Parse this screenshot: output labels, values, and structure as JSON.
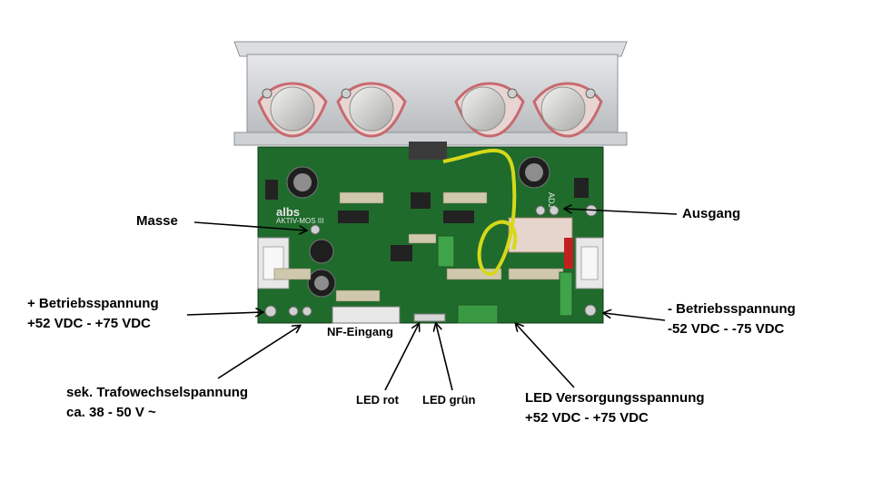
{
  "board": {
    "brand": "albs",
    "model": "AKTIV-MOS III",
    "output_marker": "ADJ"
  },
  "labels": {
    "masse": "Masse",
    "ausgang": "Ausgang",
    "plus_supply_line1": "+ Betriebsspannung",
    "plus_supply_line2": "+52 VDC - +75 VDC",
    "minus_supply_line1": "- Betriebsspannung",
    "minus_supply_line2": "-52 VDC - -75 VDC",
    "nf_eingang": "NF-Eingang",
    "trafo_line1": "sek. Trafowechselspannung",
    "trafo_line2": "ca. 38 - 50 V ~",
    "led_rot": "LED rot",
    "led_gruen": "LED grün",
    "led_supply_line1": "LED Versorgungsspannung",
    "led_supply_line2": "+52 VDC - +75 VDC"
  },
  "colors": {
    "pcb": "#1f6b2c",
    "heatsink": "#c9ccd0",
    "yellow_wire": "#d6d81a",
    "arrow": "#000000"
  }
}
